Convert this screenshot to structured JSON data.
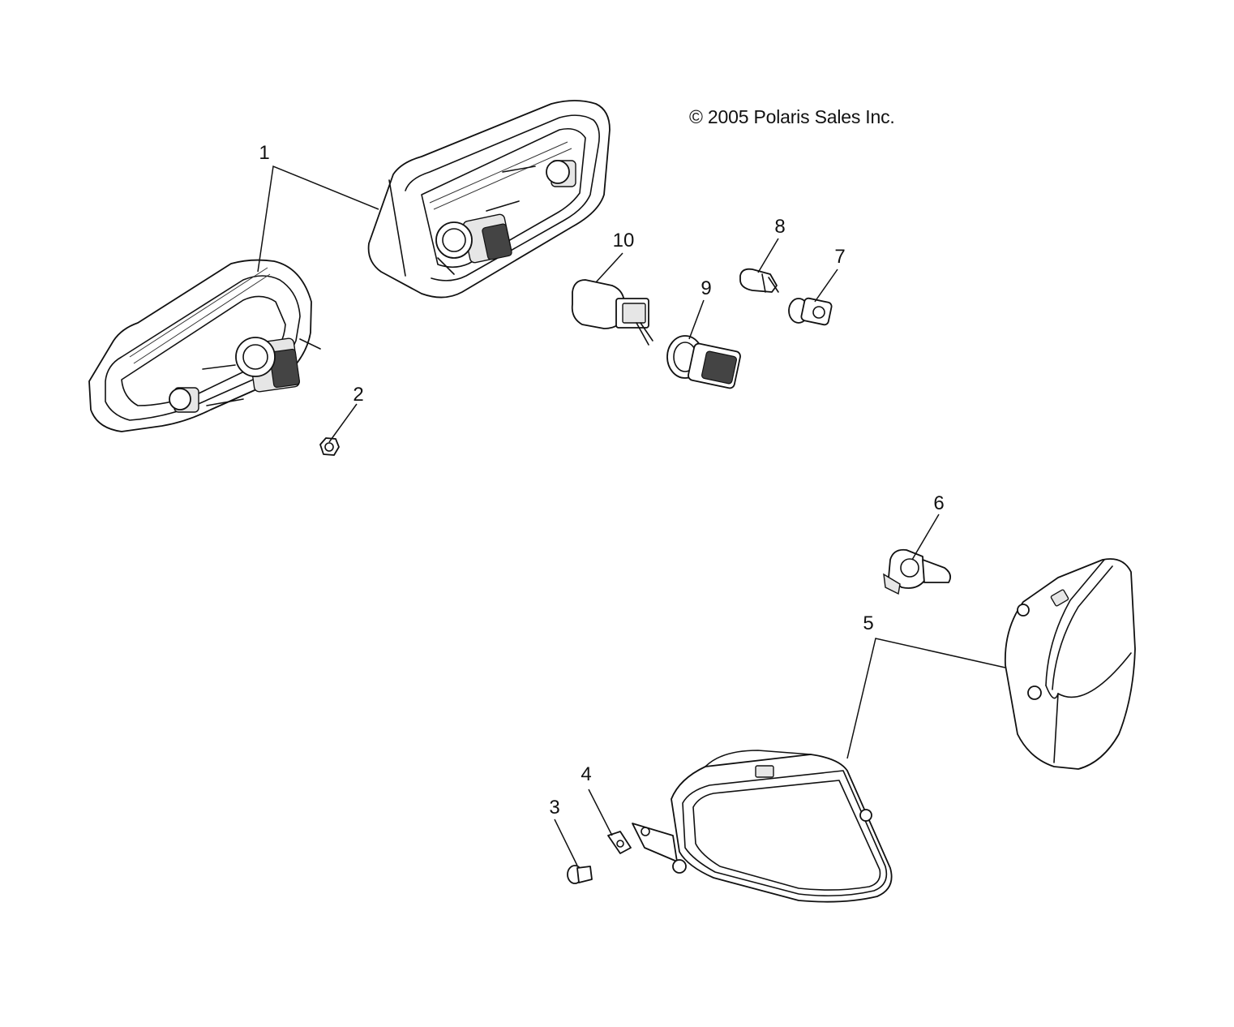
{
  "copyright": "© 2005 Polaris Sales Inc.",
  "callouts": [
    {
      "id": "1",
      "label": "1"
    },
    {
      "id": "2",
      "label": "2"
    },
    {
      "id": "3",
      "label": "3"
    },
    {
      "id": "4",
      "label": "4"
    },
    {
      "id": "5",
      "label": "5"
    },
    {
      "id": "6",
      "label": "6"
    },
    {
      "id": "7",
      "label": "7"
    },
    {
      "id": "8",
      "label": "8"
    },
    {
      "id": "9",
      "label": "9"
    },
    {
      "id": "10",
      "label": "10"
    }
  ]
}
